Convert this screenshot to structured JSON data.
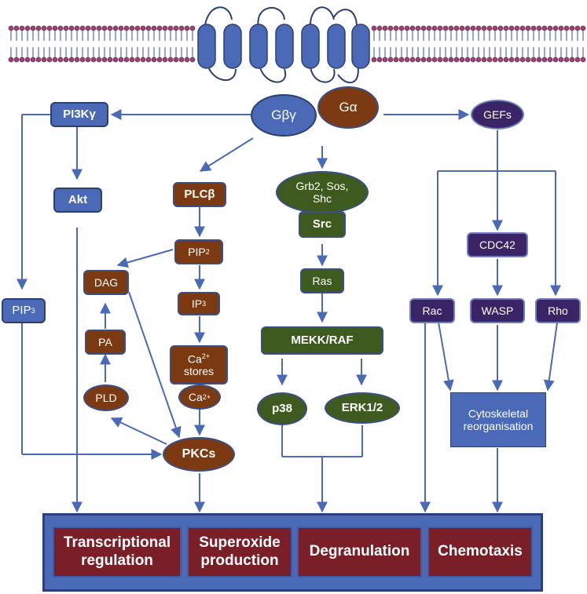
{
  "nodes": {
    "gbetagamma": "Gβγ",
    "galpha": "Gα",
    "pi3k": "PI3Kγ",
    "akt": "Akt",
    "pip3_base": "PIP",
    "pip3_sub": "3",
    "plcb": "PLCβ",
    "pip2_base": "PIP",
    "pip2_sub": "2",
    "ip3_base": "IP",
    "ip3_sub": "3",
    "ca_stores_base": "Ca",
    "ca_stores_sup": "2+",
    "ca_stores_text": "stores",
    "ca_base": "Ca",
    "ca_sup": "2+",
    "dag": "DAG",
    "pa": "PA",
    "pld": "PLD",
    "pkcs": "PKCs",
    "grb2_line1": "Grb2, Sos,",
    "grb2_line2": "Shc",
    "src": "Src",
    "ras": "Ras",
    "mekk": "MEKK/RAF",
    "p38": "p38",
    "erk": "ERK1/2",
    "gefs": "GEFs",
    "cdc42": "CDC42",
    "rac": "Rac",
    "wasp": "WASP",
    "rho": "Rho",
    "cyto_line1": "Cytoskeletal",
    "cyto_line2": "reorganisation"
  },
  "outcomes": {
    "transcriptional_line1": "Transcriptional",
    "transcriptional_line2": "regulation",
    "superoxide_line1": "Superoxide",
    "superoxide_line2": "production",
    "degranulation": "Degranulation",
    "chemotaxis": "Chemotaxis"
  },
  "colors": {
    "arrow": "#4a6ab8",
    "membrane_head": "#b23a5a",
    "membrane_head_stroke": "#3a4f87",
    "receptor": "#4a6ab8",
    "outcome_box": "#7a1f27",
    "outer_box": "#4a6ab8"
  }
}
